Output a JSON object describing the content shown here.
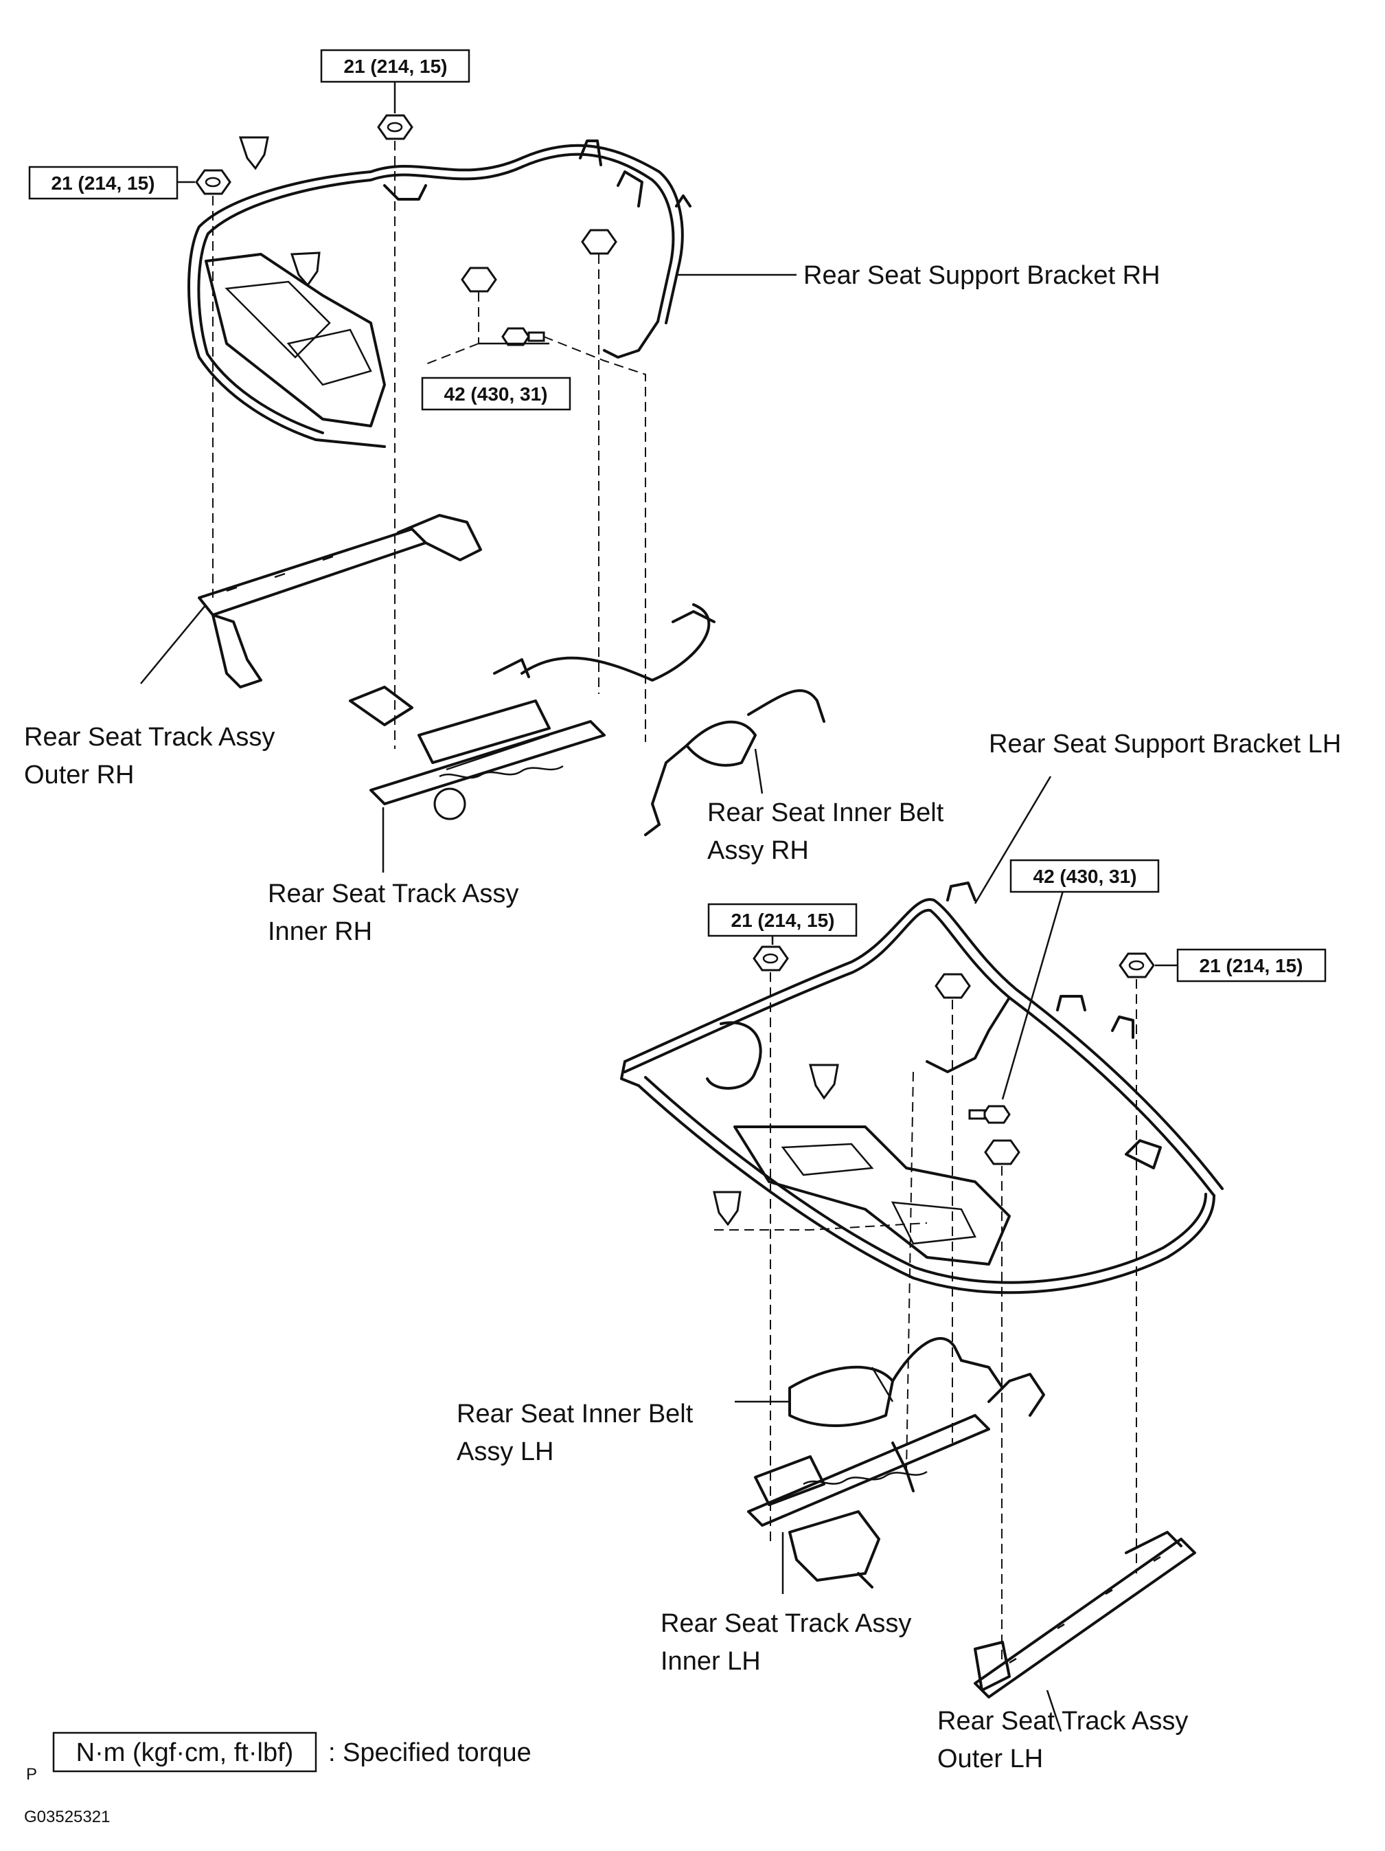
{
  "labels": {
    "support_bracket_rh": "Rear Seat Support Bracket RH",
    "track_outer_rh_1": "Rear Seat Track Assy",
    "track_outer_rh_2": "Outer RH",
    "track_inner_rh_1": "Rear Seat Track Assy",
    "track_inner_rh_2": "Inner RH",
    "belt_rh_1": "Rear Seat Inner Belt",
    "belt_rh_2": "Assy RH",
    "support_bracket_lh": "Rear Seat Support Bracket LH",
    "belt_lh_1": "Rear Seat Inner Belt",
    "belt_lh_2": "Assy LH",
    "track_inner_lh_1": "Rear Seat Track Assy",
    "track_inner_lh_2": "Inner  LH",
    "track_outer_lh_1": "Rear Seat Track Assy",
    "track_outer_lh_2": "Outer LH"
  },
  "torques": {
    "rh_top": "21 (214, 15)",
    "rh_left": "21 (214, 15)",
    "rh_bolt": "42 (430, 31)",
    "lh_bolt": "42 (430, 31)",
    "lh_left": "21 (214, 15)",
    "lh_right": "21 (214, 15)"
  },
  "legend": {
    "unit": "N·m (kgf·cm, ft·lbf)",
    "description": ": Specified torque"
  },
  "footer": {
    "prefix": "P",
    "code": "G03525321"
  }
}
